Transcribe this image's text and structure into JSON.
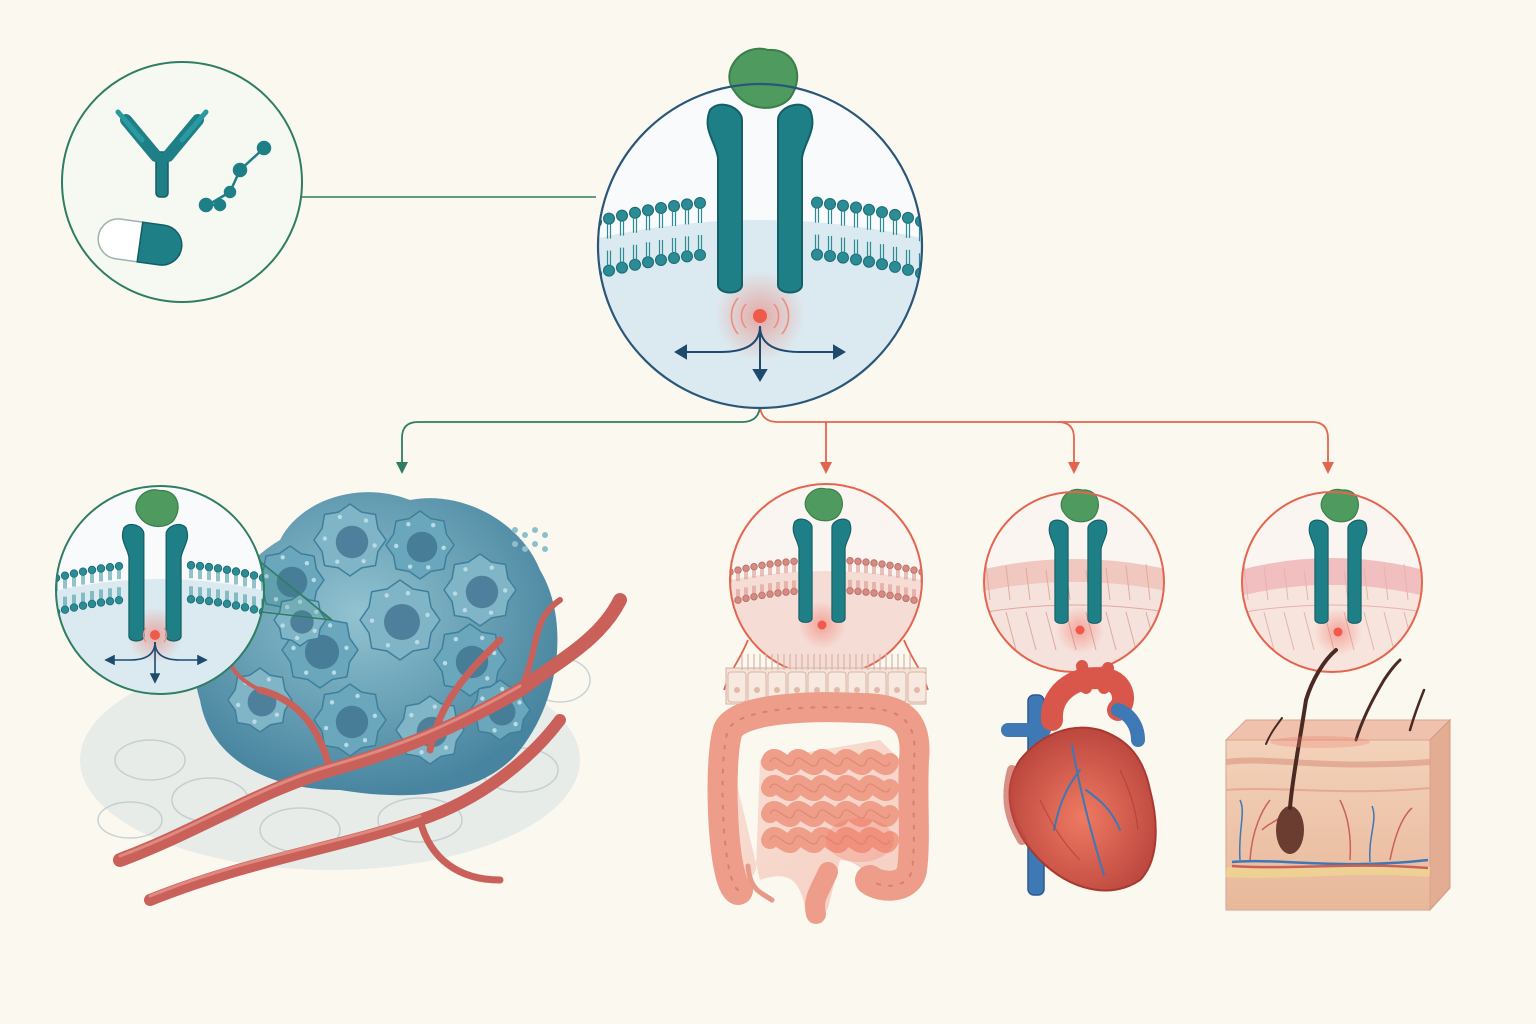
{
  "colors": {
    "background": "#fbf8f0",
    "green_connector": "#2f7d62",
    "orange_connector": "#e2664f",
    "navy_circle": "#2a5779",
    "receptor_teal": "#1f7f86",
    "ligand_green": "#4e9a5f",
    "signal_red": "#ef5a4a",
    "tumor_blue": "#5f9fb4",
    "vessel_red": "#c9615a",
    "intestine_pink": "#ef9b88",
    "heart_red": "#d9574a",
    "heart_blue": "#3e78b5",
    "skin_tan": "#eec9a9"
  },
  "icons": {
    "drug_types": [
      "antibody-icon",
      "small-molecule-icon",
      "capsule-icon"
    ],
    "central": "receptor-membrane-icon",
    "targets": [
      "tumor-icon",
      "intestine-icon",
      "heart-icon",
      "skin-icon"
    ]
  },
  "branches": [
    {
      "target": "tumor",
      "kind": "on-target"
    },
    {
      "target": "intestine",
      "kind": "off-target"
    },
    {
      "target": "heart",
      "kind": "off-target"
    },
    {
      "target": "skin",
      "kind": "off-target"
    }
  ]
}
